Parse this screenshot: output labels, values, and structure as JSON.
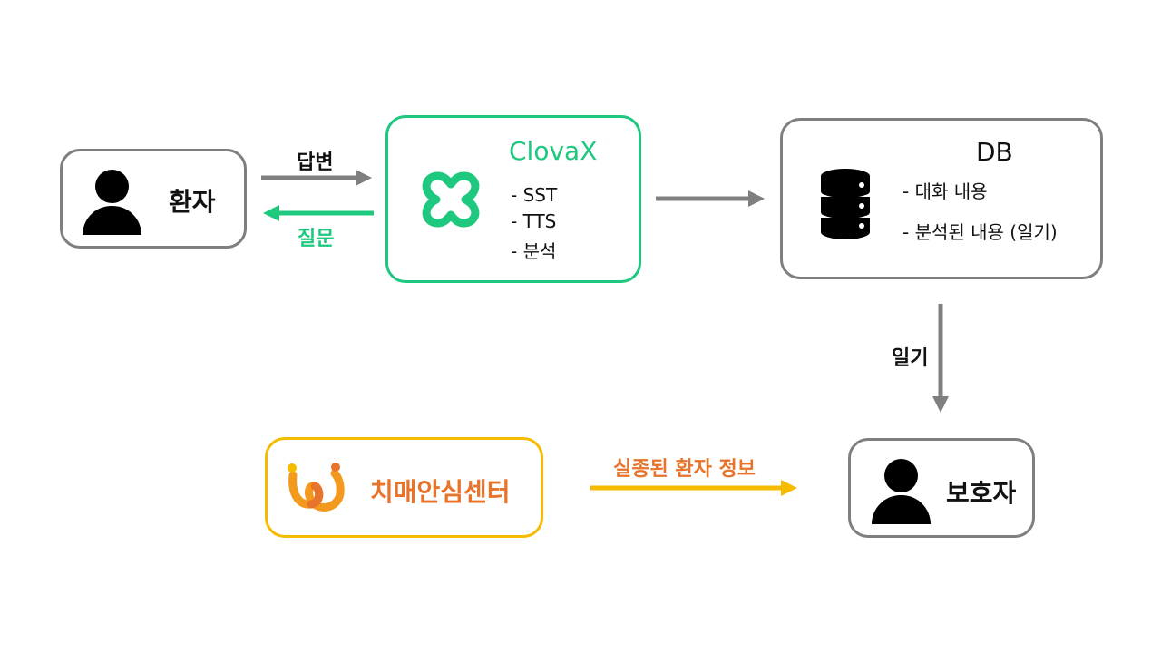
{
  "nodes": {
    "patient": {
      "label": "환자"
    },
    "clova": {
      "title": "ClovaX",
      "items": [
        "- SST",
        "- TTS",
        "- 분석"
      ]
    },
    "db": {
      "title": "DB",
      "items": [
        "- 대화 내용",
        "- 분석된 내용 (일기)"
      ]
    },
    "guardian": {
      "label": "보호자"
    },
    "center": {
      "label": "치매안심센터"
    }
  },
  "edges": {
    "answer": "답변",
    "question": "질문",
    "diary": "일기",
    "missing_info": "실종된 환자 정보"
  },
  "colors": {
    "gray": "#7f7f7f",
    "green": "#1ec97f",
    "yellow": "#f5bb00",
    "orange": "#e8742c"
  },
  "icons": [
    "person-icon",
    "clova-icon",
    "database-icon",
    "dementia-center-logo-icon"
  ]
}
